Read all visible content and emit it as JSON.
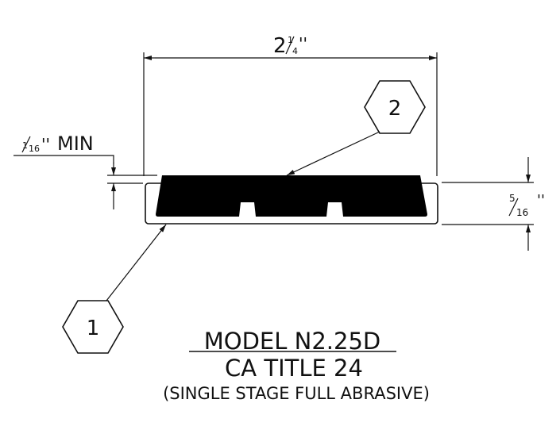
{
  "dimensions": {
    "width_whole": "2",
    "width_frac_num": "1",
    "width_frac_den": "4",
    "width_unit": "''",
    "min_frac_num": "1",
    "min_frac_den": "16",
    "min_unit": "''",
    "min_label": "MIN",
    "height_frac_num": "5",
    "height_frac_den": "16",
    "height_unit": "''"
  },
  "callouts": [
    {
      "label": "1"
    },
    {
      "label": "2"
    }
  ],
  "title": {
    "model": "MODEL N2.25D",
    "standard": "CA TITLE 24",
    "description": "(SINGLE STAGE FULL ABRASIVE)"
  }
}
